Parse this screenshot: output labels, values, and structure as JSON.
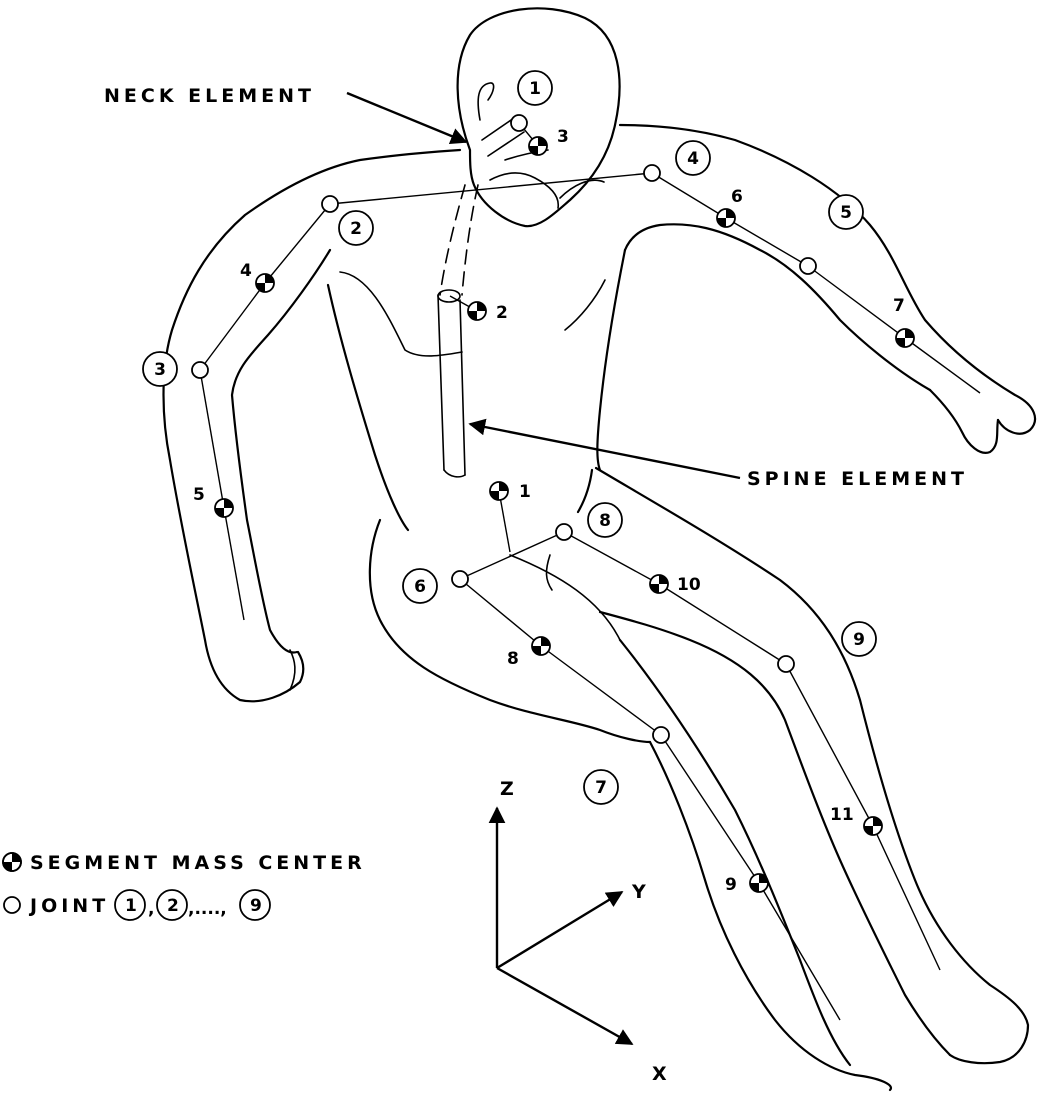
{
  "labels": {
    "neck_element": "NECK ELEMENT",
    "spine_element": "SPINE ELEMENT"
  },
  "legend": {
    "mass_center": "SEGMENT MASS CENTER",
    "joint_prefix": "JOINT",
    "joint_1": "1",
    "joint_2": "2",
    "joint_sep": ",",
    "joint_ellipsis": ",....,",
    "joint_9": "9"
  },
  "axes": {
    "z": "Z",
    "y": "Y",
    "x": "X"
  },
  "joints": [
    "1",
    "2",
    "3",
    "4",
    "5",
    "6",
    "7",
    "8",
    "9"
  ],
  "mass_centers": [
    "1",
    "2",
    "3",
    "4",
    "5",
    "6",
    "7",
    "8",
    "9",
    "10",
    "11"
  ]
}
